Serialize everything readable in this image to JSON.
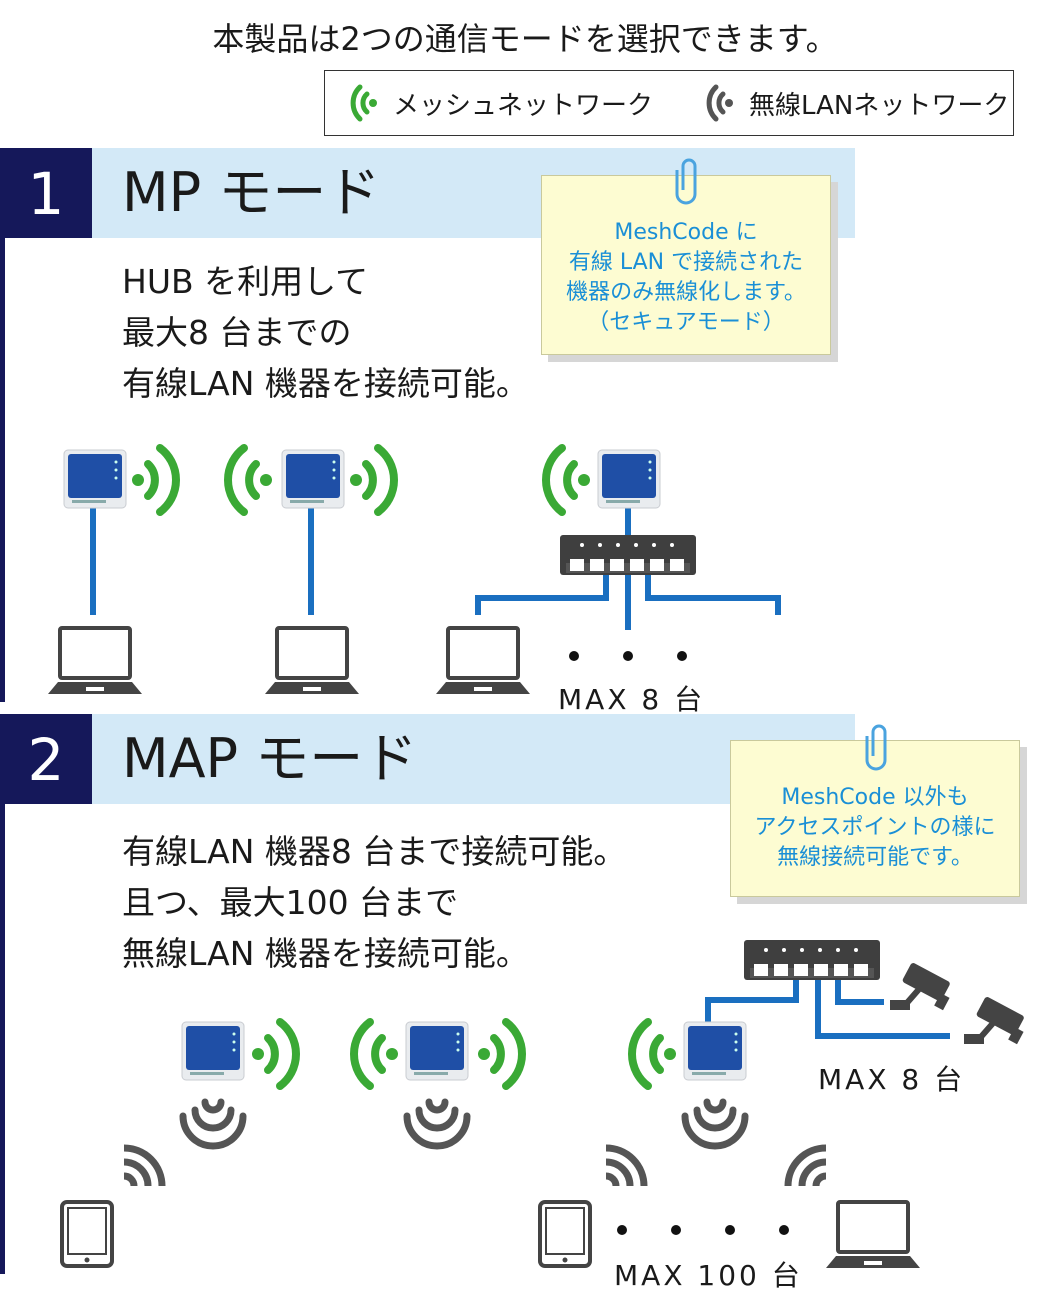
{
  "title": "本製品は2つの通信モードを選択できます。",
  "legend": {
    "mesh_label": "メッシュネットワーク",
    "wlan_label": "無線LANネットワーク",
    "mesh_color": "#3aa935",
    "wlan_color": "#555555"
  },
  "mode1": {
    "number": "1",
    "name": "MP モード",
    "desc": [
      "HUB を利用して",
      "最大8 台までの",
      "有線LAN 機器を接続可能。"
    ],
    "note": [
      "MeshCode に",
      "有線 LAN で接続された",
      "機器のみ無線化します。",
      "（セキュアモード）"
    ],
    "max_label": "MAX 8 台"
  },
  "mode2": {
    "number": "2",
    "name": "MAP モード",
    "desc": [
      "有線LAN 機器8 台まで接続可能。",
      "且つ、最大100 台まで",
      "無線LAN 機器を接続可能。"
    ],
    "note": [
      "MeshCode 以外も",
      "アクセスポイントの様に",
      "無線接続可能です。"
    ],
    "max_cameras_label": "MAX 8 台",
    "max_devices_label": "MAX  100 台"
  },
  "colors": {
    "navy": "#15185a",
    "band": "#d3e9f7",
    "cable": "#1a6fc0",
    "mesh_green": "#3aa935",
    "wifi_gray": "#555555",
    "note_text": "#1a8fd6",
    "note_bg": "#fdfcd2"
  }
}
